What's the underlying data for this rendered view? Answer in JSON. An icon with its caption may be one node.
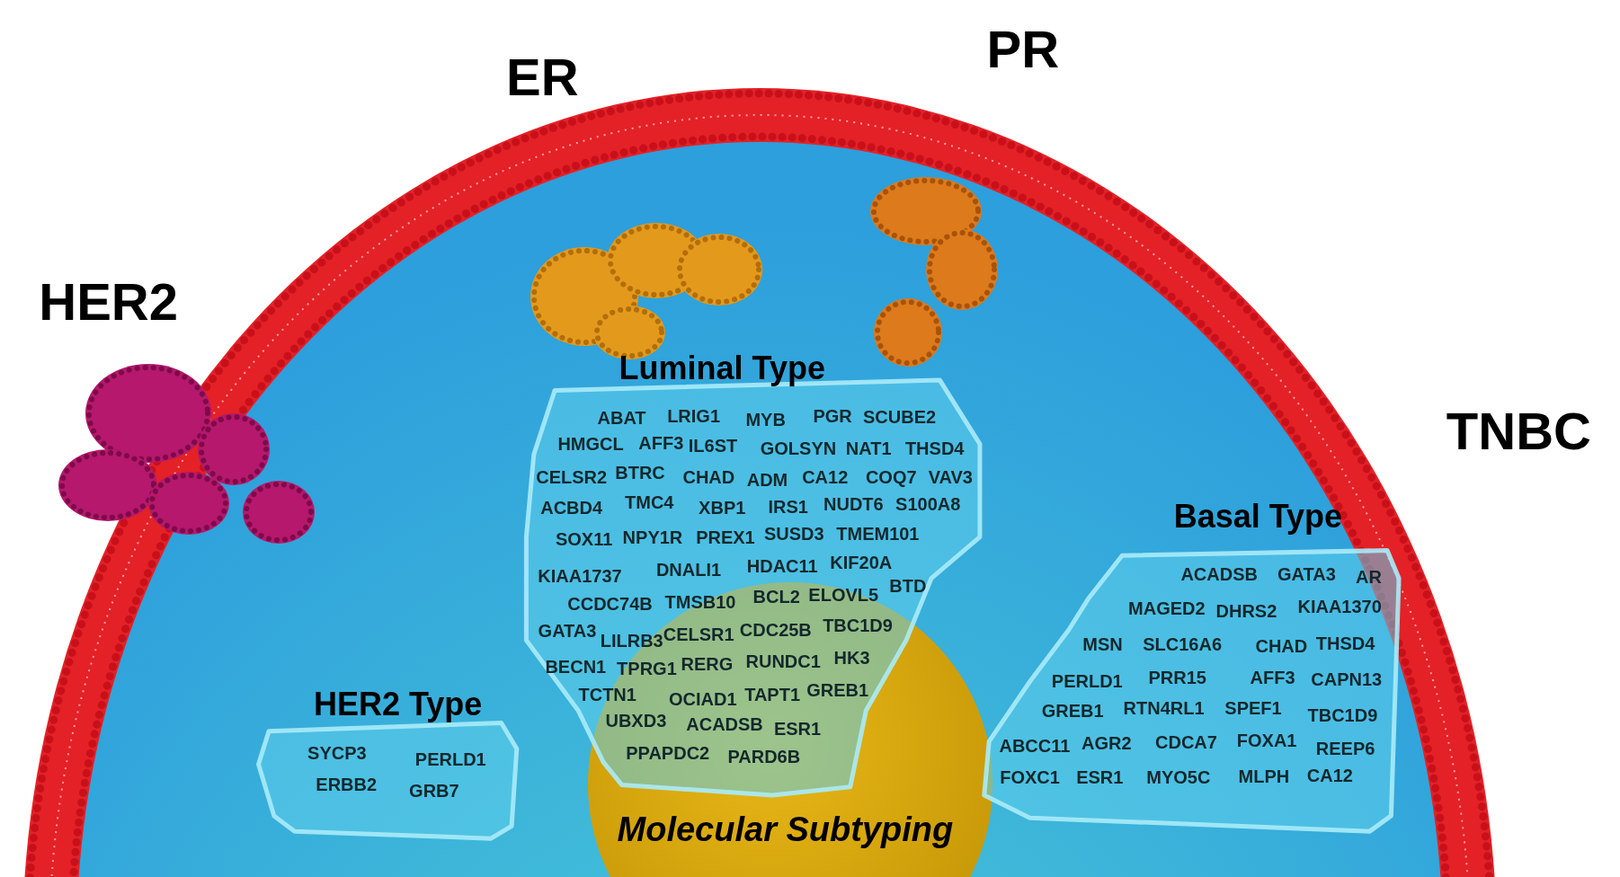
{
  "diagram": {
    "nodes": [
      {
        "text": [
          "Luminal Type",
          "ABAT",
          "LRIG1",
          "MYB",
          "PGR",
          "SCUBE2",
          "HMGCL",
          "AFF3",
          "IL6ST",
          "GOLSYN",
          "NAT1",
          "THSD4",
          "CELSR2",
          "BTRC",
          "CHAD",
          "ADM",
          "CA12",
          "COQ7",
          "VAV3",
          "ACBD4",
          "TMC4",
          "XBP1",
          "IRS1",
          "NUDT6",
          "S100A8",
          "SOX11",
          "NPY1R",
          "PREX1",
          "SUSD3",
          "TMEM101",
          "KIAA1737",
          "DNALI1",
          "HDAC11",
          "KIF20A",
          "BTD",
          "CCDC74B",
          "TMSB10",
          "BCL2",
          "ELOVL5",
          "GATA3",
          "LILRB3",
          "CELSR1",
          "CDC25B",
          "TBC1D9",
          "BECN1",
          "TPRG1",
          "RERG",
          "RUNDC1",
          "HK3",
          "TCTN1",
          "OCIAD1",
          "TAPT1",
          "GREB1",
          "UBXD3",
          "ACADSB",
          "ESR1",
          "PPAPDC2",
          "PARD6B"
        ]
      },
      {
        "text": [
          "Basal Type",
          "ACADSB",
          "GATA3",
          "AR",
          "MAGED2",
          "DHRS2",
          "KIAA1370",
          "MSN",
          "SLC16A6",
          "CHAD",
          "THSD4",
          "PERLD1",
          "PRR15",
          "AFF3",
          "CAPN13",
          "GREB1",
          "RTN4RL1",
          "SPEF1",
          "TBC1D9",
          "ABCC11",
          "AGR2",
          "CDCA7",
          "FOXA1",
          "REEP6",
          "FOXC1",
          "ESR1",
          "MYO5C",
          "MLPH",
          "CA12"
        ]
      },
      {
        "text": [
          "HER2 Type",
          "SYCP3",
          "PERLD1",
          "ERBB2",
          "GRB7"
        ]
      }
    ],
    "labels": [
      "PR",
      "ER",
      "HER2",
      "TNBC",
      "Molecular Subtyping"
    ]
  }
}
